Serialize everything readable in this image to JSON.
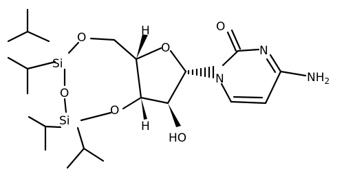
{
  "labels": {
    "o_top_left": "O",
    "si_upper": "Si",
    "o_bridge": "O",
    "si_lower": "Si",
    "o_lower": "O",
    "o_ring": "O",
    "h_top": "H",
    "h_bottom": "H",
    "hydroxyl": "HO",
    "n1": "N",
    "o_carbonyl": "O",
    "n3": "N",
    "amino_n": "NH",
    "amino_sub": "2"
  }
}
